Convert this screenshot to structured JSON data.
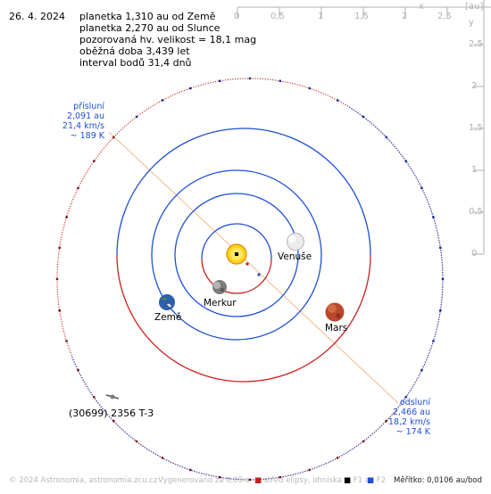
{
  "header": {
    "date": "26. 4. 2024",
    "lines": [
      "planetka 1,310 au od Země",
      "planetka 2,270 au od Slunce",
      "pozorovaná hv. velikost = 18,1 mag",
      "oběžná doba 3,439 let",
      "interval bodů 31,4 dnů"
    ]
  },
  "perihelion": {
    "title": "přísluní",
    "distance": "2,091 au",
    "speed": "21,4 km/s",
    "temperature": "~ 189 K"
  },
  "aphelion": {
    "title": "odsluní",
    "distance": "2,466 au",
    "speed": "18,2 km/s",
    "temperature": "~ 174 K"
  },
  "asteroid": {
    "designation": "(30699) 2356 T-3"
  },
  "planets": {
    "venus": "Venuše",
    "earth": "Země",
    "mercury": "Merkur",
    "mars": "Mars"
  },
  "axis": {
    "unit": "[au]",
    "x_symbol": "x",
    "y_symbol": "y",
    "x_ticks": [
      "0",
      "0,5",
      "1",
      "1,5",
      "2",
      "2,5"
    ],
    "y_ticks": [
      "2,5",
      "2",
      "1,5",
      "1",
      "0,5",
      "0"
    ]
  },
  "footer": {
    "copyright": "© 2024 Astronomia, astronomia.zcu.cz",
    "generated": "Vygenerováno za 0,09 s",
    "legend_center": "střed elipsy, ohniska",
    "legend_f1": "F1 a",
    "legend_f2": "F2",
    "scale": "Měřítko: 0,0106 au/bod"
  },
  "colors": {
    "orbit_above": "#1f4fd8",
    "orbit_below": "#cc1f1f",
    "apsis_line": "#f4b98a",
    "axis": "#b0b0b0",
    "sun": "#ffd21a"
  }
}
